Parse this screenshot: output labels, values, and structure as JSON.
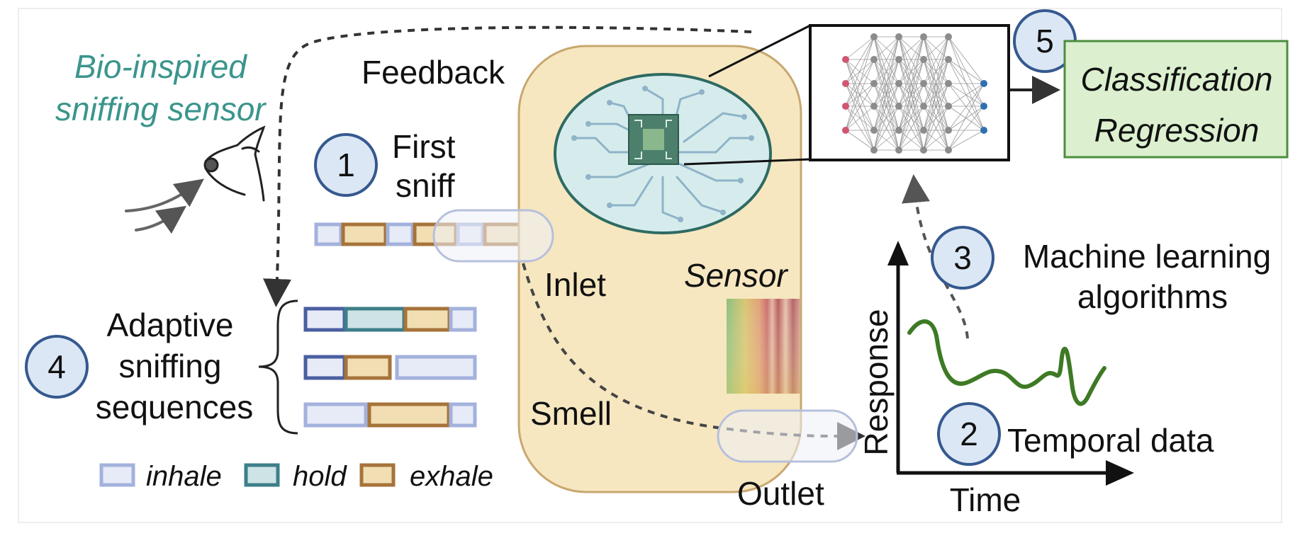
{
  "title": {
    "line1": "Bio-inspired",
    "line2": "sniffing sensor",
    "color": "#3a958c"
  },
  "feedback_label": "Feedback",
  "steps": {
    "step1": {
      "number": "1",
      "line1": "First",
      "line2": "sniff"
    },
    "step2": {
      "number": "2",
      "label": "Temporal data"
    },
    "step3": {
      "number": "3",
      "line1": "Machine learning",
      "line2": "algorithms"
    },
    "step4": {
      "number": "4",
      "line1": "Adaptive",
      "line2": "sniffing",
      "line3": "sequences"
    },
    "step5": {
      "number": "5",
      "line1": "Classification",
      "line2": "Regression"
    }
  },
  "chamber": {
    "inlet": "Inlet",
    "sensor": "Sensor",
    "smell": "Smell",
    "outlet": "Outlet"
  },
  "graph": {
    "xlabel": "Time",
    "ylabel": "Response"
  },
  "legend": {
    "inhale": "inhale",
    "hold": "hold",
    "exhale": "exhale"
  },
  "colors": {
    "inhale_fill": "#e6ebf7",
    "inhale_border": "#a3b1dc",
    "hold_fill": "#cde3e6",
    "hold_border": "#3d7f8a",
    "exhale_fill": "#f1deb3",
    "exhale_border": "#a6733a",
    "circle_fill": "#dce7f5",
    "circle_border": "#35598f",
    "chamber_fill": "#f6e7c0",
    "chamber_border": "#c9a770",
    "brain_fill": "#d6ecec",
    "brain_border": "#2e6a62",
    "output_fill": "#dcf0cf",
    "output_border": "#4c8e3f",
    "curve": "#3e7a25"
  },
  "icons": [
    "dog-head-icon",
    "air-flow-icon",
    "brain-chip-icon",
    "neural-network-icon",
    "sensor-array-icon"
  ]
}
